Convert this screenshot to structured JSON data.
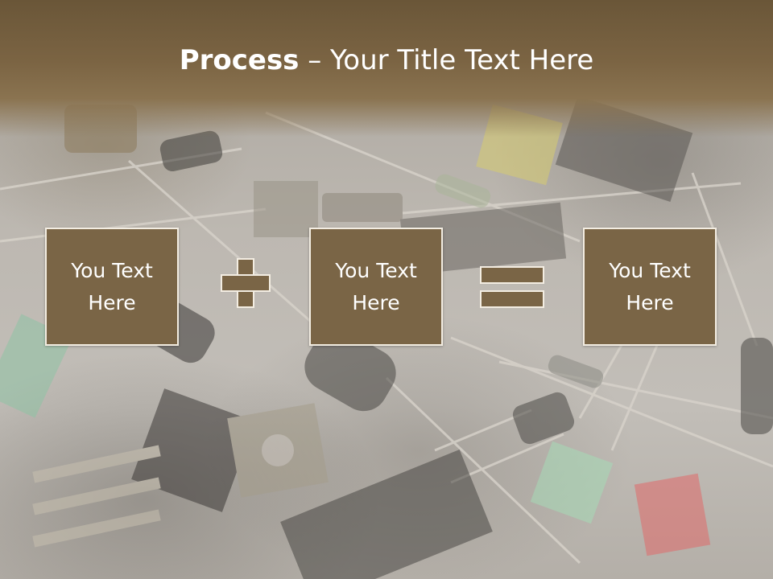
{
  "slide": {
    "title_bold": "Process",
    "title_rest": " – Your Title Text Here"
  },
  "boxes": [
    {
      "text": "You Text\nHere"
    },
    {
      "text": "You Text\nHere"
    },
    {
      "text": "You Text\nHere"
    }
  ],
  "operators": {
    "first": "plus-icon",
    "second": "equals-icon"
  },
  "colors": {
    "header": "#7b6443",
    "box_fill": "#7a6546",
    "box_border": "#f3ede2",
    "text": "#ffffff"
  }
}
